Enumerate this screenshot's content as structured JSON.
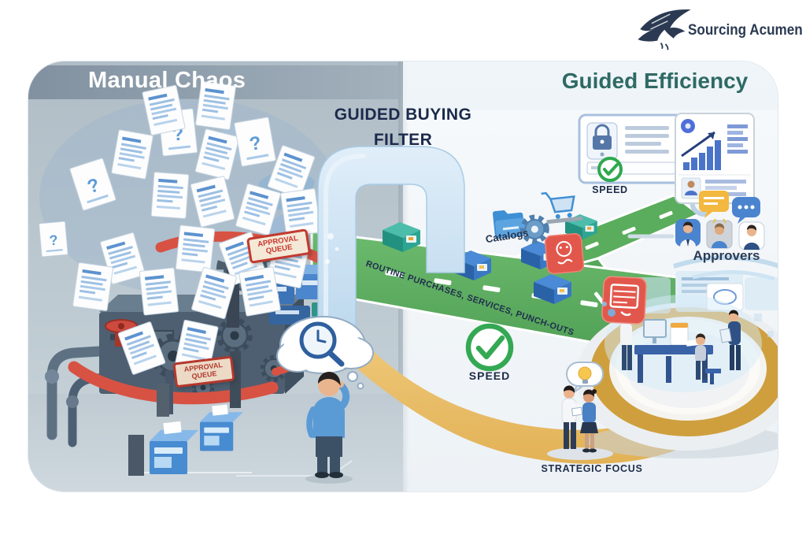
{
  "logo": {
    "text": "Sourcing Acumen",
    "icon": "eagle-logo"
  },
  "headers": {
    "left": "Manual Chaos",
    "right": "Guided Efficiency"
  },
  "filter": {
    "title": "GUIDED BUYING FILTER"
  },
  "road": {
    "label": "ROUTINE PURCHASES, SERVICES, PUNCH-OUTS"
  },
  "labels": {
    "speed_top": "SPEED",
    "speed_center": "SPEED",
    "catalogs": "Catalogs",
    "approvers": "Approvers",
    "strategic_focus": "STRATEGIC FOCUS"
  },
  "signs": {
    "approval_queue_top": {
      "line1": "APPROVAL",
      "line2": "QUEUE"
    },
    "approval_queue_bottom": {
      "line1": "APPROVAL",
      "line2": "QUEUE"
    }
  },
  "art": {
    "question_mark": "?"
  },
  "colors": {
    "navy": "#1c2b47",
    "teal_heading": "#2f6b66",
    "road_green": "#58ac5a",
    "check_green": "#2fa84f",
    "gold": "#d9a843",
    "alert_red": "#e2574c",
    "sky_blue": "#cfe3f2",
    "brand_navy": "#2b3a52"
  }
}
